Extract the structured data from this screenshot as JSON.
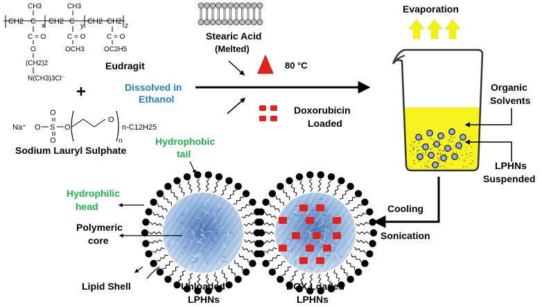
{
  "eudragit": {
    "name": "Eudragit",
    "units": [
      "CH2",
      "C",
      "CH2",
      "C",
      "CH2",
      "CH2"
    ],
    "ch3_top_1": "CH3",
    "ch3_top_2": "CH3",
    "sub_x": "x",
    "sub_y": "y",
    "sub_z": "z",
    "ester_c1": "C = O",
    "ester_c2": "C = O",
    "ester_c3": "C = O",
    "o_link": "O",
    "och3": "OCH3",
    "oc2h5": "OC2H5",
    "chain": "(CH2)2",
    "amine": "N(CH3)3Cl⁻"
  },
  "plus": "+",
  "sls": {
    "name": "Sodium Lauryl Sulphate",
    "na": "Na⁺",
    "formula_o": "O",
    "formula_s": "S",
    "formula_tail": "n-C12H25",
    "n": "n"
  },
  "dissolved": {
    "line1": "Dissolved in",
    "line2": "Ethanol"
  },
  "stearic": {
    "line1": "Stearic Acid",
    "line2": "(Melted)"
  },
  "temp": "80 °C",
  "dox": {
    "line1": "Doxorubicin",
    "line2": "Loaded"
  },
  "evaporation": "Evaporation",
  "organic": {
    "line1": "Organic",
    "line2": "Solvents"
  },
  "lphns_susp": {
    "line1": "LPHNs",
    "line2": "Suspended"
  },
  "cooling": "Cooling",
  "sonication": "Sonication",
  "hydrophobic": {
    "line1": "Hydrophobic",
    "line2": "tail"
  },
  "hydrophilic": {
    "line1": "Hydrophilic",
    "line2": "head"
  },
  "polymeric": {
    "line1": "Polymeric",
    "line2": "core"
  },
  "lipid_shell": "Lipid Shell",
  "unloaded": {
    "line1": "Unloaded",
    "line2": "LPHNs"
  },
  "dox_loaded": {
    "line1": "DOX Loaded",
    "line2": "LPHNs"
  },
  "colors": {
    "green": "#1fb24a",
    "blue": "#1f7fd0",
    "red": "#e8201c",
    "yellow": "#f5f213",
    "core_blue": "#7fa8d8"
  }
}
